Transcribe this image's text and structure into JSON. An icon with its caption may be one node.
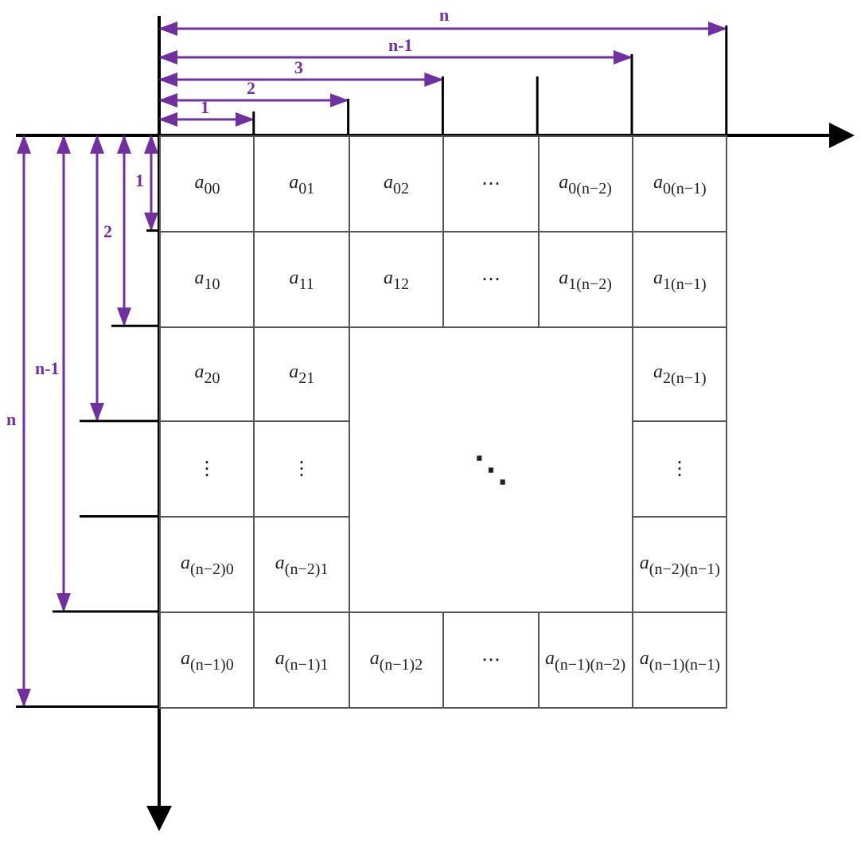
{
  "diagram": {
    "labels": [
      "n",
      "n-1",
      "3",
      "2",
      "1",
      "1",
      "2",
      "n-1",
      "n",
      "*a*$_{00}$",
      "*a*$_{01}$",
      "*a*$_{02}$",
      "⋯",
      "*a*$_{0(n−2)}$",
      "*a*$_{0(n−1)}$",
      "*a*$_{10}$",
      "*a*$_{11}$",
      "*a*$_{12}$",
      "⋯",
      "*a*$_{1(n−2)}$",
      "*a*$_{1(n−1)}$",
      "*a*$_{20}$",
      "*a*$_{21}$",
      "*a*$_{2(n−1)}$",
      "⋮",
      "⋮",
      "⋱",
      "⋮",
      "*a*$_{(n−2)0}$",
      "*a*$_{(n−2)1}$",
      "*a*$_{(n−2)(n−1)}$",
      "*a*$_{(n−1)0}$",
      "*a*$_{(n−1)1}$",
      "*a*$_{(n−1)2}$",
      "⋯",
      "*a*$_{(n−1)(n−2)}$",
      "*a*$_{(n−1)(n−1)}$"
    ]
  }
}
